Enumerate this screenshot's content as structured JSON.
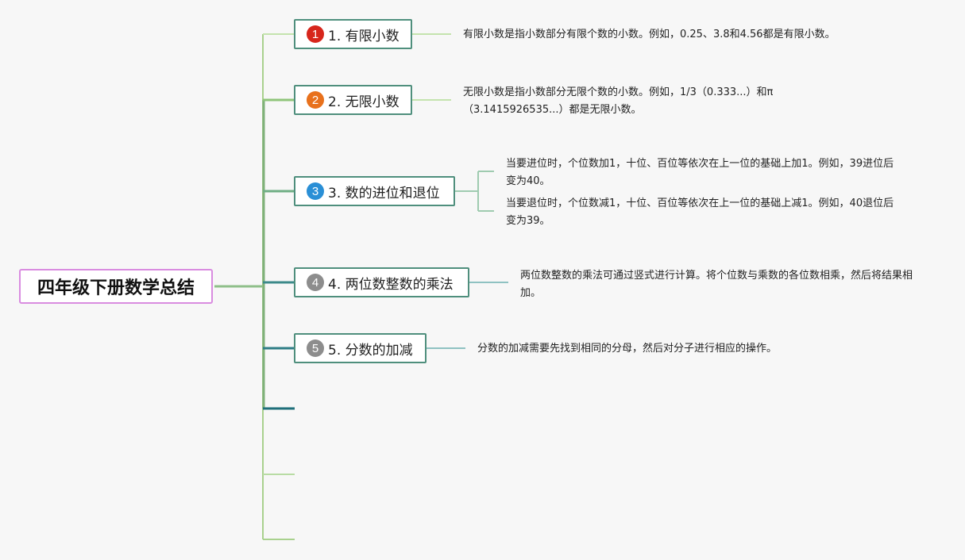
{
  "root": {
    "label": "四年级下册数学总结"
  },
  "colors": {
    "root_border": "#d98ce0",
    "topic_border": "#4f8f7d",
    "light_branch": "#a9d18e",
    "dark_branch": "#2e7d86",
    "badge_1": "#d7261c",
    "badge_2": "#e8711c",
    "badge_3": "#2a8fd6",
    "badge_4": "#8d8d8d",
    "badge_5": "#8d8d8d"
  },
  "topics": [
    {
      "badge": "1",
      "label": "1. 有限小数",
      "notes": [
        "有限小数是指小数部分有限个数的小数。例如，0.25、3.8和4.56都是有限小数。"
      ]
    },
    {
      "badge": "2",
      "label": "2. 无限小数",
      "notes": [
        "无限小数是指小数部分无限个数的小数。例如，1/3（0.333...）和π（3.1415926535...）都是无限小数。"
      ]
    },
    {
      "badge": "3",
      "label": "3. 数的进位和退位",
      "notes": [
        "当要进位时，个位数加1，十位、百位等依次在上一位的基础上加1。例如，39进位后变为40。",
        "当要退位时，个位数减1，十位、百位等依次在上一位的基础上减1。例如，40退位后变为39。"
      ]
    },
    {
      "badge": "4",
      "label": "4. 两位数整数的乘法",
      "notes": [
        "两位数整数的乘法可通过竖式进行计算。将个位数与乘数的各位数相乘，然后将结果相加。"
      ]
    },
    {
      "badge": "5",
      "label": "5. 分数的加减",
      "notes": [
        "分数的加减需要先找到相同的分母，然后对分子进行相应的操作。"
      ]
    }
  ]
}
